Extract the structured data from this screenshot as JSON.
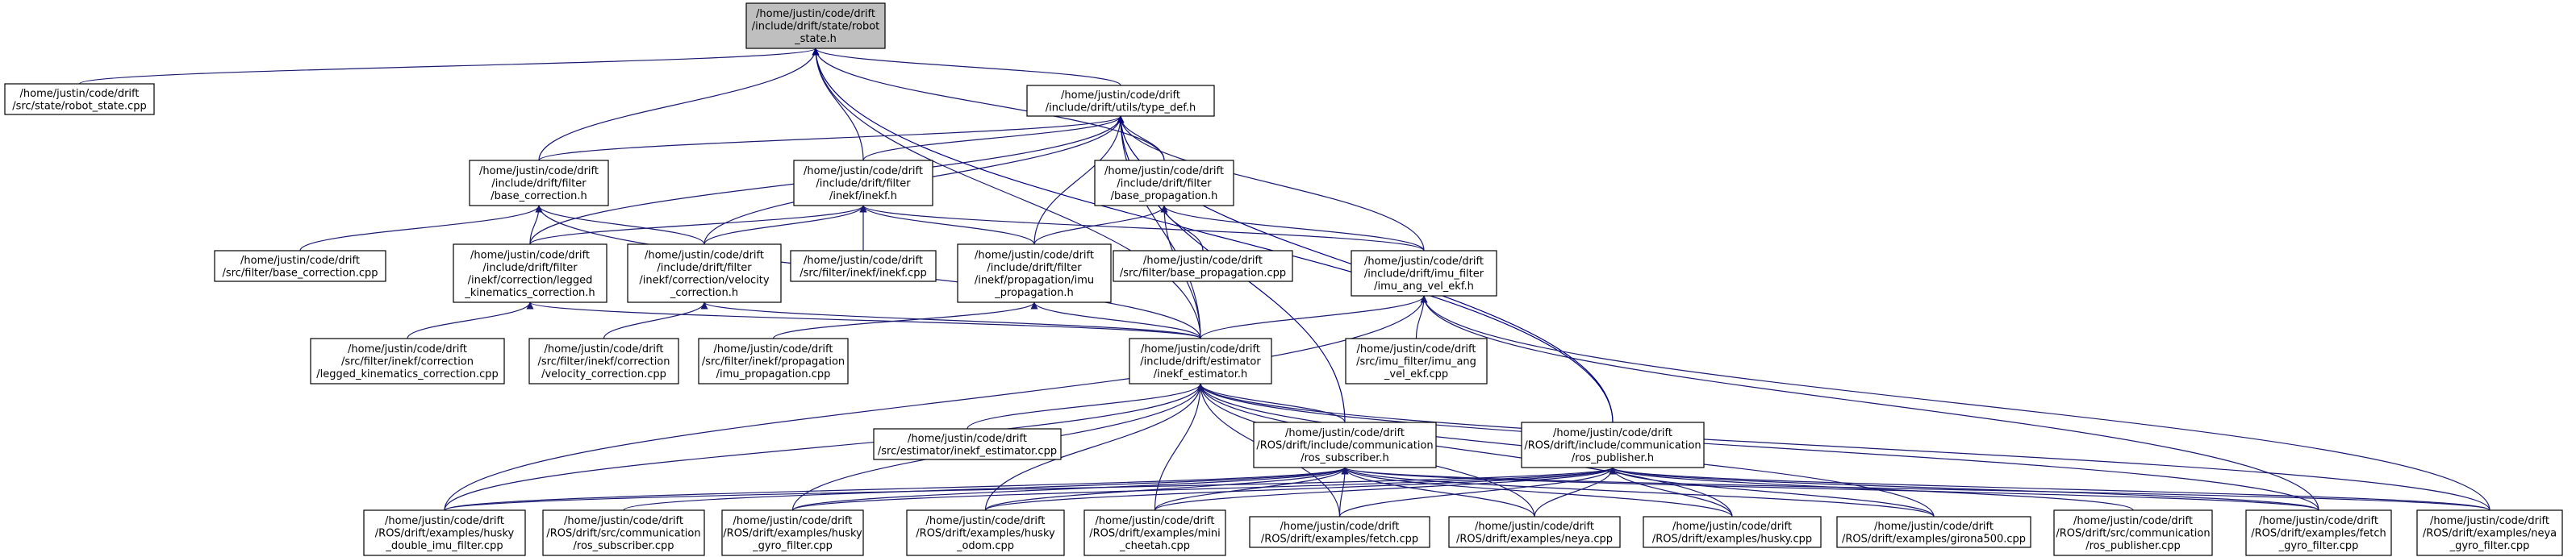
{
  "colors": {
    "edge_default": "#191970",
    "edge_dark": "#00007f",
    "node_border": "#000000",
    "node_fill": "#ffffff",
    "root_fill": "#bfbfbf",
    "text": "#000000"
  },
  "nodes": [
    {
      "id": "robot_state_h",
      "lines": [
        "/home/justin/code/drift",
        "/include/drift/state/robot",
        "_state.h"
      ],
      "root": true
    },
    {
      "id": "robot_state_cpp",
      "lines": [
        "/home/justin/code/drift",
        "/src/state/robot_state.cpp"
      ]
    },
    {
      "id": "type_def_h",
      "lines": [
        "/home/justin/code/drift",
        "/include/drift/utils/type_def.h"
      ]
    },
    {
      "id": "base_correction_h",
      "lines": [
        "/home/justin/code/drift",
        "/include/drift/filter",
        "/base_correction.h"
      ]
    },
    {
      "id": "inekf_h",
      "lines": [
        "/home/justin/code/drift",
        "/include/drift/filter",
        "/inekf/inekf.h"
      ]
    },
    {
      "id": "base_propagation_h",
      "lines": [
        "/home/justin/code/drift",
        "/include/drift/filter",
        "/base_propagation.h"
      ]
    },
    {
      "id": "base_correction_cpp",
      "lines": [
        "/home/justin/code/drift",
        "/src/filter/base_correction.cpp"
      ]
    },
    {
      "id": "legged_kin_h",
      "lines": [
        "/home/justin/code/drift",
        "/include/drift/filter",
        "/inekf/correction/legged",
        "_kinematics_correction.h"
      ]
    },
    {
      "id": "velocity_corr_h",
      "lines": [
        "/home/justin/code/drift",
        "/include/drift/filter",
        "/inekf/correction/velocity",
        "_correction.h"
      ]
    },
    {
      "id": "inekf_cpp",
      "lines": [
        "/home/justin/code/drift",
        "/src/filter/inekf/inekf.cpp"
      ]
    },
    {
      "id": "imu_prop_h",
      "lines": [
        "/home/justin/code/drift",
        "/include/drift/filter",
        "/inekf/propagation/imu",
        "_propagation.h"
      ]
    },
    {
      "id": "base_prop_cpp",
      "lines": [
        "/home/justin/code/drift",
        "/src/filter/base_propagation.cpp"
      ]
    },
    {
      "id": "imu_ang_vel_ekf_h",
      "lines": [
        "/home/justin/code/drift",
        "/include/drift/imu_filter",
        "/imu_ang_vel_ekf.h"
      ]
    },
    {
      "id": "legged_kin_cpp",
      "lines": [
        "/home/justin/code/drift",
        "/src/filter/inekf/correction",
        "/legged_kinematics_correction.cpp"
      ]
    },
    {
      "id": "velocity_corr_cpp",
      "lines": [
        "/home/justin/code/drift",
        "/src/filter/inekf/correction",
        "/velocity_correction.cpp"
      ]
    },
    {
      "id": "imu_prop_cpp",
      "lines": [
        "/home/justin/code/drift",
        "/src/filter/inekf/propagation",
        "/imu_propagation.cpp"
      ]
    },
    {
      "id": "inekf_estimator_h",
      "lines": [
        "/home/justin/code/drift",
        "/include/drift/estimator",
        "/inekf_estimator.h"
      ]
    },
    {
      "id": "imu_ang_vel_ekf_cpp",
      "lines": [
        "/home/justin/code/drift",
        "/src/imu_filter/imu_ang",
        "_vel_ekf.cpp"
      ]
    },
    {
      "id": "inekf_estimator_cpp",
      "lines": [
        "/home/justin/code/drift",
        "/src/estimator/inekf_estimator.cpp"
      ]
    },
    {
      "id": "ros_subscriber_h",
      "lines": [
        "/home/justin/code/drift",
        "/ROS/drift/include/communication",
        "/ros_subscriber.h"
      ]
    },
    {
      "id": "ros_publisher_h",
      "lines": [
        "/home/justin/code/drift",
        "/ROS/drift/include/communication",
        "/ros_publisher.h"
      ]
    },
    {
      "id": "husky_double_imu",
      "lines": [
        "/home/justin/code/drift",
        "/ROS/drift/examples/husky",
        "_double_imu_filter.cpp"
      ]
    },
    {
      "id": "ros_subscriber_cpp",
      "lines": [
        "/home/justin/code/drift",
        "/ROS/drift/src/communication",
        "/ros_subscriber.cpp"
      ]
    },
    {
      "id": "husky_gyro",
      "lines": [
        "/home/justin/code/drift",
        "/ROS/drift/examples/husky",
        "_gyro_filter.cpp"
      ]
    },
    {
      "id": "husky_odom",
      "lines": [
        "/home/justin/code/drift",
        "/ROS/drift/examples/husky",
        "_odom.cpp"
      ]
    },
    {
      "id": "mini_cheetah",
      "lines": [
        "/home/justin/code/drift",
        "/ROS/drift/examples/mini",
        "_cheetah.cpp"
      ]
    },
    {
      "id": "fetch_cpp",
      "lines": [
        "/home/justin/code/drift",
        "/ROS/drift/examples/fetch.cpp"
      ]
    },
    {
      "id": "neya_cpp",
      "lines": [
        "/home/justin/code/drift",
        "/ROS/drift/examples/neya.cpp"
      ]
    },
    {
      "id": "husky_cpp",
      "lines": [
        "/home/justin/code/drift",
        "/ROS/drift/examples/husky.cpp"
      ]
    },
    {
      "id": "girona_cpp",
      "lines": [
        "/home/justin/code/drift",
        "/ROS/drift/examples/girona500.cpp"
      ]
    },
    {
      "id": "ros_publisher_cpp",
      "lines": [
        "/home/justin/code/drift",
        "/ROS/drift/src/communication",
        "/ros_publisher.cpp"
      ]
    },
    {
      "id": "fetch_gyro",
      "lines": [
        "/home/justin/code/drift",
        "/ROS/drift/examples/fetch",
        "_gyro_filter.cpp"
      ]
    },
    {
      "id": "neya_gyro",
      "lines": [
        "/home/justin/code/drift",
        "/ROS/drift/examples/neya",
        "_gyro_filter.cpp"
      ]
    }
  ],
  "edges": [
    {
      "from": "robot_state_cpp",
      "to": "robot_state_h"
    },
    {
      "from": "type_def_h",
      "to": "robot_state_h"
    },
    {
      "from": "base_correction_h",
      "to": "robot_state_h"
    },
    {
      "from": "inekf_h",
      "to": "robot_state_h"
    },
    {
      "from": "base_propagation_h",
      "to": "robot_state_h"
    },
    {
      "from": "inekf_estimator_h",
      "to": "robot_state_h"
    },
    {
      "from": "ros_publisher_h",
      "to": "robot_state_h"
    },
    {
      "from": "base_correction_h",
      "to": "type_def_h"
    },
    {
      "from": "inekf_h",
      "to": "type_def_h"
    },
    {
      "from": "base_propagation_h",
      "to": "type_def_h"
    },
    {
      "from": "legged_kin_h",
      "to": "type_def_h"
    },
    {
      "from": "velocity_corr_h",
      "to": "type_def_h"
    },
    {
      "from": "imu_prop_h",
      "to": "type_def_h"
    },
    {
      "from": "imu_ang_vel_ekf_h",
      "to": "type_def_h"
    },
    {
      "from": "inekf_estimator_h",
      "to": "type_def_h"
    },
    {
      "from": "ros_subscriber_h",
      "to": "type_def_h"
    },
    {
      "from": "ros_publisher_h",
      "to": "type_def_h"
    },
    {
      "from": "base_correction_cpp",
      "to": "base_correction_h"
    },
    {
      "from": "legged_kin_h",
      "to": "base_correction_h"
    },
    {
      "from": "velocity_corr_h",
      "to": "base_correction_h"
    },
    {
      "from": "inekf_estimator_h",
      "to": "base_correction_h"
    },
    {
      "from": "legged_kin_h",
      "to": "inekf_h"
    },
    {
      "from": "velocity_corr_h",
      "to": "inekf_h"
    },
    {
      "from": "inekf_cpp",
      "to": "inekf_h"
    },
    {
      "from": "imu_prop_h",
      "to": "inekf_h"
    },
    {
      "from": "imu_ang_vel_ekf_h",
      "to": "inekf_h"
    },
    {
      "from": "base_prop_cpp",
      "to": "base_propagation_h"
    },
    {
      "from": "imu_prop_h",
      "to": "base_propagation_h"
    },
    {
      "from": "imu_ang_vel_ekf_h",
      "to": "base_propagation_h"
    },
    {
      "from": "inekf_estimator_h",
      "to": "base_propagation_h"
    },
    {
      "from": "legged_kin_cpp",
      "to": "legged_kin_h"
    },
    {
      "from": "inekf_estimator_h",
      "to": "legged_kin_h"
    },
    {
      "from": "velocity_corr_cpp",
      "to": "velocity_corr_h"
    },
    {
      "from": "inekf_estimator_h",
      "to": "velocity_corr_h"
    },
    {
      "from": "imu_prop_cpp",
      "to": "imu_prop_h"
    },
    {
      "from": "inekf_estimator_h",
      "to": "imu_prop_h"
    },
    {
      "from": "imu_ang_vel_ekf_cpp",
      "to": "imu_ang_vel_ekf_h"
    },
    {
      "from": "inekf_estimator_h",
      "to": "imu_ang_vel_ekf_h"
    },
    {
      "from": "husky_double_imu",
      "to": "imu_ang_vel_ekf_h"
    },
    {
      "from": "fetch_gyro",
      "to": "imu_ang_vel_ekf_h"
    },
    {
      "from": "neya_gyro",
      "to": "imu_ang_vel_ekf_h"
    },
    {
      "from": "inekf_estimator_cpp",
      "to": "inekf_estimator_h"
    },
    {
      "from": "ros_subscriber_h",
      "to": "inekf_estimator_h"
    },
    {
      "from": "husky_double_imu",
      "to": "inekf_estimator_h"
    },
    {
      "from": "husky_gyro",
      "to": "inekf_estimator_h"
    },
    {
      "from": "husky_odom",
      "to": "inekf_estimator_h"
    },
    {
      "from": "mini_cheetah",
      "to": "inekf_estimator_h"
    },
    {
      "from": "fetch_cpp",
      "to": "inekf_estimator_h"
    },
    {
      "from": "neya_cpp",
      "to": "inekf_estimator_h"
    },
    {
      "from": "husky_cpp",
      "to": "inekf_estimator_h"
    },
    {
      "from": "girona_cpp",
      "to": "inekf_estimator_h"
    },
    {
      "from": "fetch_gyro",
      "to": "inekf_estimator_h"
    },
    {
      "from": "neya_gyro",
      "to": "inekf_estimator_h"
    },
    {
      "from": "husky_double_imu",
      "to": "ros_subscriber_h"
    },
    {
      "from": "ros_subscriber_cpp",
      "to": "ros_subscriber_h"
    },
    {
      "from": "husky_gyro",
      "to": "ros_subscriber_h"
    },
    {
      "from": "husky_odom",
      "to": "ros_subscriber_h"
    },
    {
      "from": "mini_cheetah",
      "to": "ros_subscriber_h"
    },
    {
      "from": "fetch_cpp",
      "to": "ros_subscriber_h"
    },
    {
      "from": "neya_cpp",
      "to": "ros_subscriber_h"
    },
    {
      "from": "husky_cpp",
      "to": "ros_subscriber_h"
    },
    {
      "from": "girona_cpp",
      "to": "ros_subscriber_h"
    },
    {
      "from": "fetch_gyro",
      "to": "ros_subscriber_h"
    },
    {
      "from": "neya_gyro",
      "to": "ros_subscriber_h"
    },
    {
      "from": "husky_double_imu",
      "to": "ros_publisher_h"
    },
    {
      "from": "husky_gyro",
      "to": "ros_publisher_h"
    },
    {
      "from": "husky_odom",
      "to": "ros_publisher_h"
    },
    {
      "from": "mini_cheetah",
      "to": "ros_publisher_h"
    },
    {
      "from": "fetch_cpp",
      "to": "ros_publisher_h"
    },
    {
      "from": "neya_cpp",
      "to": "ros_publisher_h"
    },
    {
      "from": "husky_cpp",
      "to": "ros_publisher_h"
    },
    {
      "from": "girona_cpp",
      "to": "ros_publisher_h"
    },
    {
      "from": "ros_publisher_cpp",
      "to": "ros_publisher_h"
    },
    {
      "from": "fetch_gyro",
      "to": "ros_publisher_h"
    },
    {
      "from": "neya_gyro",
      "to": "ros_publisher_h"
    }
  ]
}
